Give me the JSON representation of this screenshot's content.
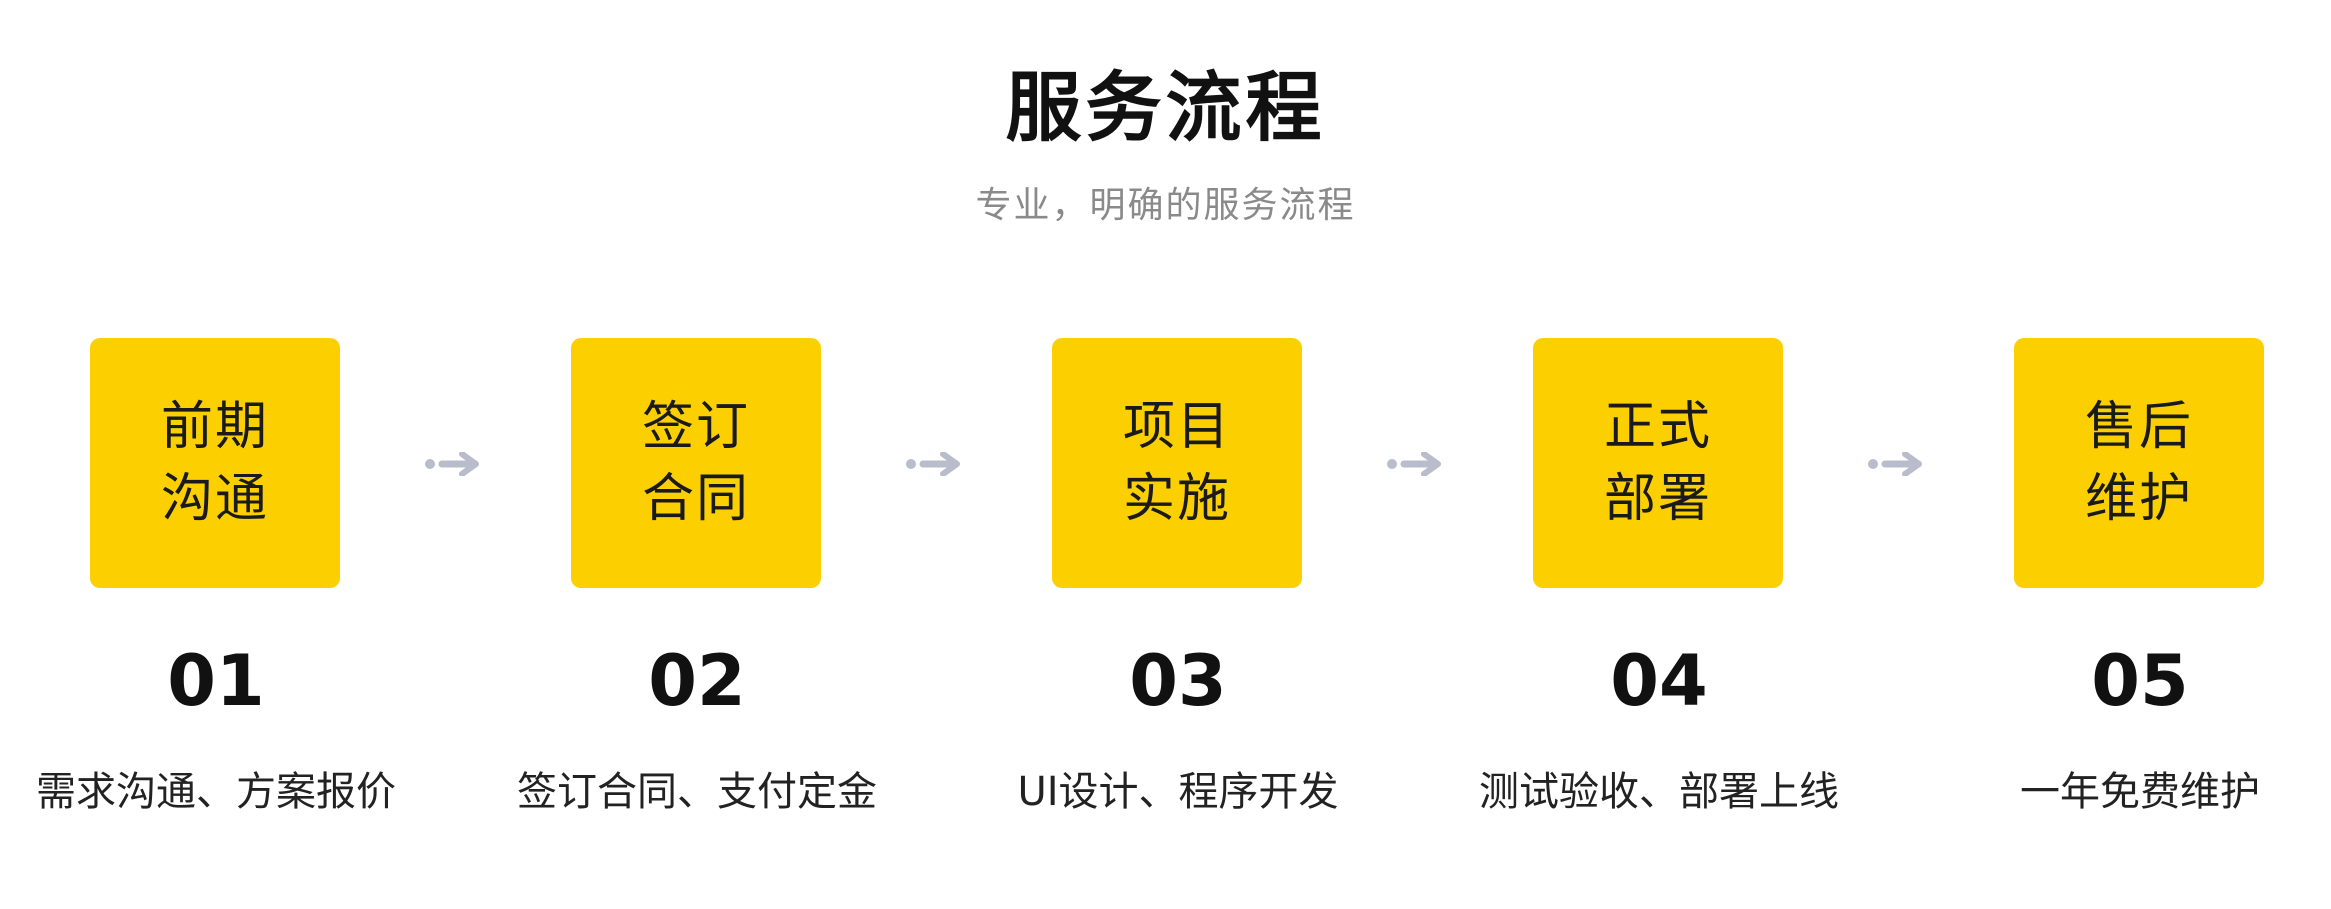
{
  "header": {
    "title": "服务流程",
    "subtitle": "专业，明确的服务流程"
  },
  "steps": [
    {
      "line1": "前期",
      "line2": "沟通",
      "number": "01",
      "description": "需求沟通、方案报价"
    },
    {
      "line1": "签订",
      "line2": "合同",
      "number": "02",
      "description": "签订合同、支付定金"
    },
    {
      "line1": "项目",
      "line2": "实施",
      "number": "03",
      "description": "UI设计、程序开发"
    },
    {
      "line1": "正式",
      "line2": "部署",
      "number": "04",
      "description": "测试验收、部署上线"
    },
    {
      "line1": "售后",
      "line2": "维护",
      "number": "05",
      "description": "一年免费维护"
    }
  ],
  "colors": {
    "box": "#fcd000",
    "arrow": "#b9bccb",
    "subtitle": "#8a8a8a"
  },
  "icons": {
    "arrow": "arrow-right-icon"
  }
}
